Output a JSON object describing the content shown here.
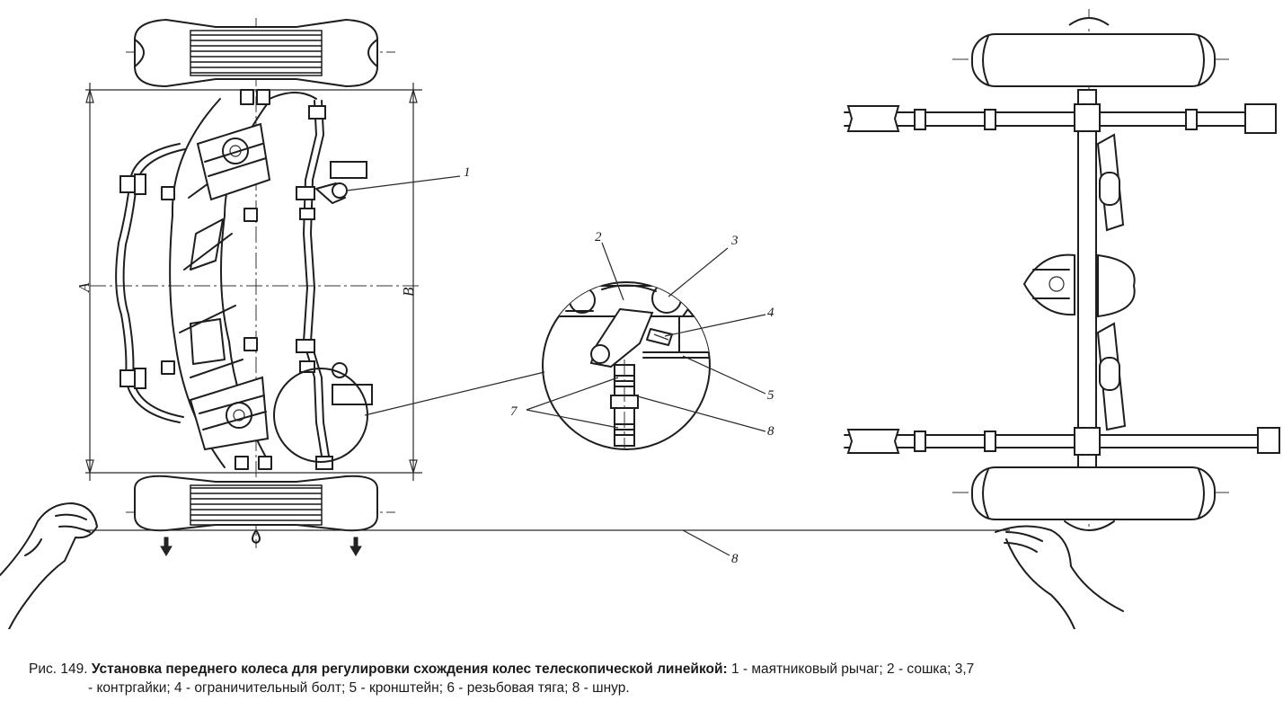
{
  "caption": {
    "figure_label": "Рис. 149.",
    "title": "Установка переднего колеса для регулировки схождения колес телескопической линейкой:",
    "legend_line1": "1 - маятниковый рычаг; 2 - сошка; 3,7",
    "legend_line2": "- контргайки; 4 - ограничительный болт; 5 - кронштейн; 6 - резьбовая тяга; 8 - шнур."
  },
  "dimensions": {
    "A": "А",
    "B": "В"
  },
  "callouts": {
    "n1": "1",
    "n2": "2",
    "n3": "3",
    "n4": "4",
    "n5": "5",
    "n7": "7",
    "n8_detail": "8",
    "n8_cord": "8"
  }
}
